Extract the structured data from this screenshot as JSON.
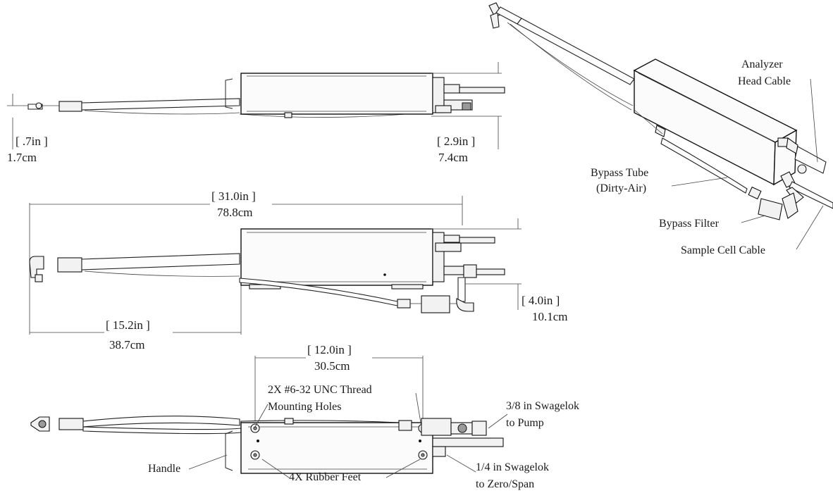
{
  "top_view": {
    "dim_height_in": "[ .7in ]",
    "dim_height_cm": "1.7cm",
    "dim_side_in": "[ 2.9in ]",
    "dim_side_cm": "7.4cm"
  },
  "middle_view": {
    "dim_length_in": "[ 31.0in ]",
    "dim_length_cm": "78.8cm",
    "dim_handle_in": "[ 15.2in ]",
    "dim_handle_cm": "38.7cm",
    "dim_side_in": "[ 4.0in ]",
    "dim_side_cm": "10.1cm"
  },
  "bottom_view": {
    "dim_hole_spacing_in": "[ 12.0in ]",
    "dim_hole_spacing_cm": "30.5cm",
    "thread_label": "2X #6-32 UNC Thread",
    "holes_label": "Mounting Holes",
    "swagelok_38_line1": "3/8 in Swagelok",
    "swagelok_38_line2": "to Pump",
    "handle_label": "Handle",
    "feet_label": "4X Rubber Feet",
    "swagelok_14_line1": "1/4 in Swagelok",
    "swagelok_14_line2": "to Zero/Span"
  },
  "iso_view": {
    "analyzer_line1": "Analyzer",
    "analyzer_line2": "Head Cable",
    "bypass_tube_line1": "Bypass Tube",
    "bypass_tube_line2": "(Dirty-Air)",
    "bypass_filter": "Bypass Filter",
    "sample_cell_cable": "Sample Cell Cable"
  }
}
